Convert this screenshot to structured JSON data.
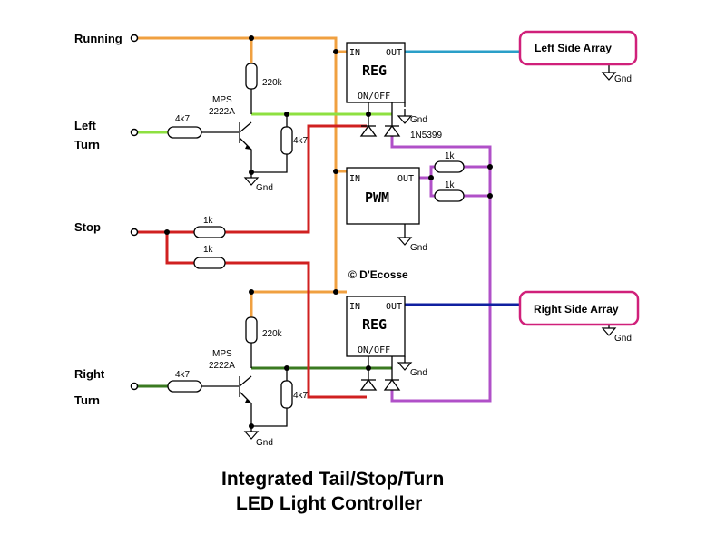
{
  "inputs": {
    "running": "Running",
    "left_line1": "Left",
    "left_line2": "Turn",
    "stop": "Stop",
    "right_line1": "Right",
    "right_line2": "Turn"
  },
  "top_transistor": {
    "line1": "MPS",
    "line2": "2222A"
  },
  "bottom_transistor": {
    "line1": "MPS",
    "line2": "2222A"
  },
  "resistors": {
    "top_220k": "220k",
    "top_4k7_in": "4k7",
    "top_4k7_shunt": "4k7",
    "stop_1k_a": "1k",
    "stop_1k_b": "1k",
    "pwm_1k_a": "1k",
    "pwm_1k_b": "1k",
    "bot_220k": "220k",
    "bot_4k7_in": "4k7",
    "bot_4k7_shunt": "4k7"
  },
  "diode_part": "1N5399",
  "blocks": {
    "reg_top": {
      "name": "REG",
      "in": "IN",
      "out": "OUT",
      "onoff": "ON/OFF"
    },
    "pwm": {
      "name": "PWM",
      "in": "IN",
      "out": "OUT"
    },
    "reg_bottom": {
      "name": "REG",
      "in": "IN",
      "out": "OUT",
      "onoff": "ON/OFF"
    }
  },
  "outputs": {
    "left_array": "Left Side Array",
    "right_array": "Right Side Array"
  },
  "ground": "Gnd",
  "copyright": "© D'Ecosse",
  "title": {
    "line1": "Integrated Tail/Stop/Turn",
    "line2": "LED Light Controller"
  },
  "colors": {
    "running_wire": "#f0a040",
    "left_turn_wire": "#8ee040",
    "right_turn_wire": "#3a7a20",
    "stop_wire": "#d02020",
    "pwm_out_wire": "#b050c8",
    "left_array_wire": "#2a9fc8",
    "right_array_wire": "#1020a0",
    "array_border": "#d0207a"
  }
}
